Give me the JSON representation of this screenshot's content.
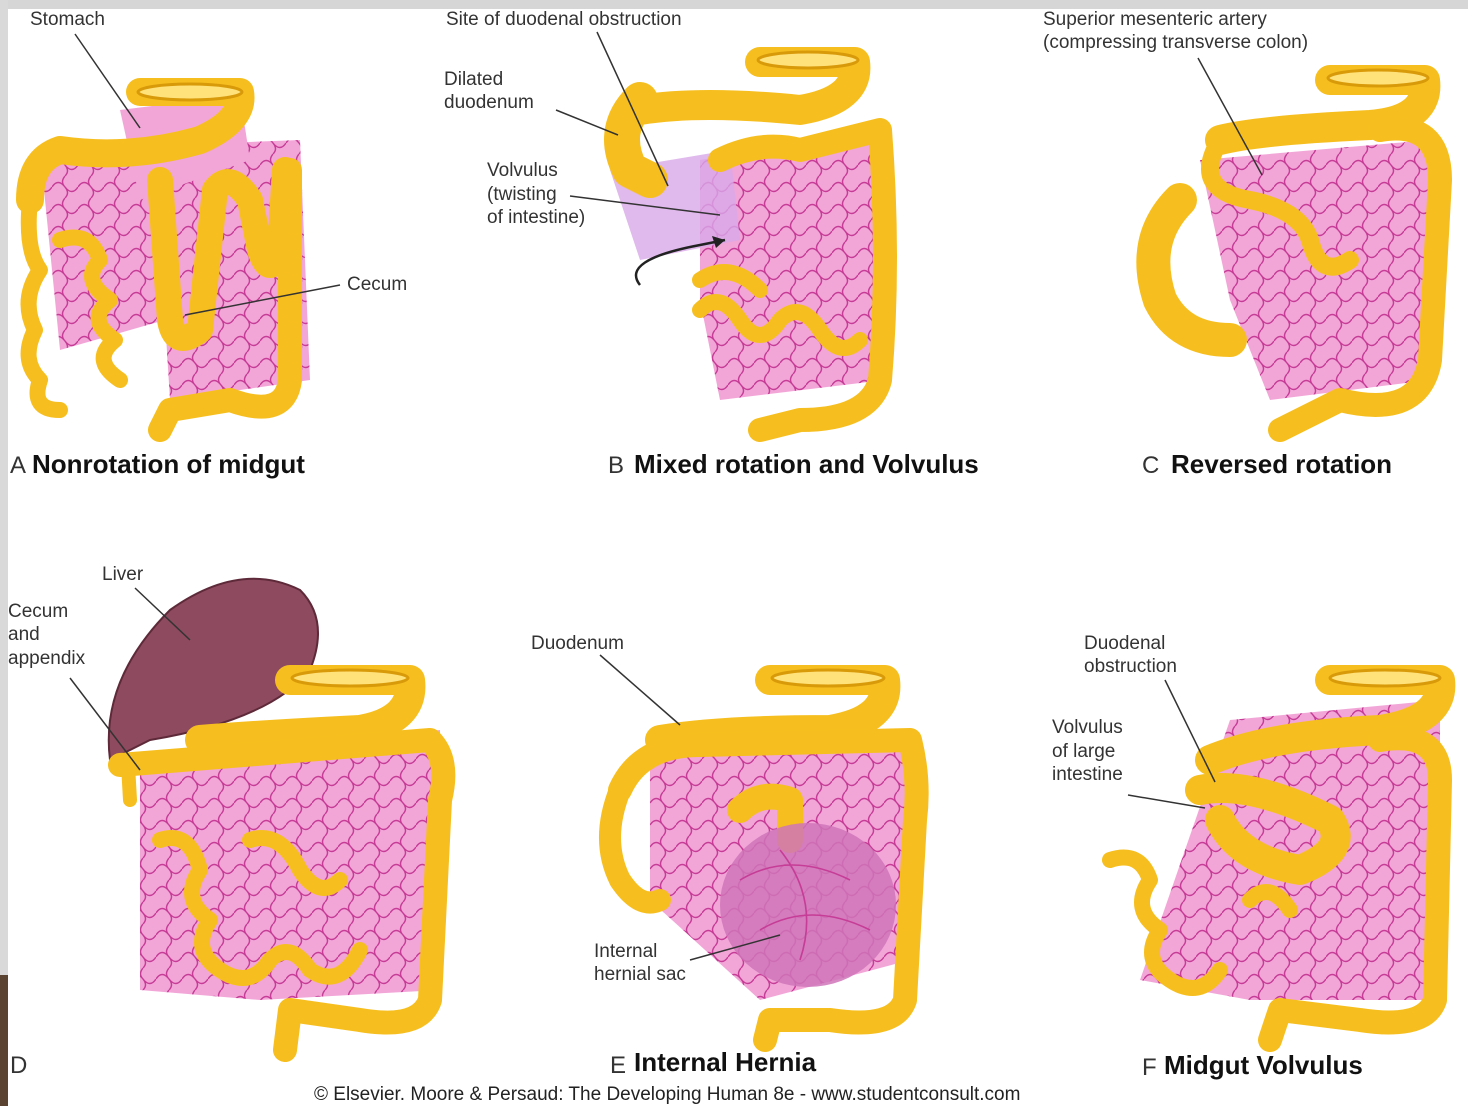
{
  "colors": {
    "bowel": "#f6bf1f",
    "bowel_edge": "#d99a0a",
    "bowel_light": "#ffe27a",
    "mesentery": "#f2a6d8",
    "mesentery_vessel": "#c63c96",
    "liver": "#8e4a5e",
    "hernia_sac": "#cf74b8"
  },
  "panels": {
    "a": {
      "letter": "A",
      "title": "Nonrotation of midgut",
      "labels": {
        "stomach": "Stomach",
        "cecum": "Cecum"
      }
    },
    "b": {
      "letter": "B",
      "title": "Mixed rotation and Volvulus",
      "labels": {
        "site": "Site of duodenal obstruction",
        "dilated1": "Dilated",
        "dilated2": "duodenum",
        "volvulus1": "Volvulus",
        "volvulus2": "(twisting",
        "volvulus3": "of intestine)"
      }
    },
    "c": {
      "letter": "C",
      "title": "Reversed rotation",
      "labels": {
        "artery1": "Superior mesenteric artery",
        "artery2": "(compressing transverse colon)"
      }
    },
    "d": {
      "letter": "D",
      "title": "",
      "labels": {
        "liver": "Liver",
        "cecum1": "Cecum",
        "cecum2": "and",
        "cecum3": "appendix"
      }
    },
    "e": {
      "letter": "E",
      "title": "Internal Hernia",
      "labels": {
        "duodenum": "Duodenum",
        "sac1": "Internal",
        "sac2": "hernial sac"
      }
    },
    "f": {
      "letter": "F",
      "title": "Midgut Volvulus",
      "labels": {
        "obs1": "Duodenal",
        "obs2": "obstruction",
        "vol1": "Volvulus",
        "vol2": "of large",
        "vol3": "intestine"
      }
    }
  },
  "credit": "© Elsevier. Moore & Persaud: The Developing Human 8e - www.studentconsult.com"
}
